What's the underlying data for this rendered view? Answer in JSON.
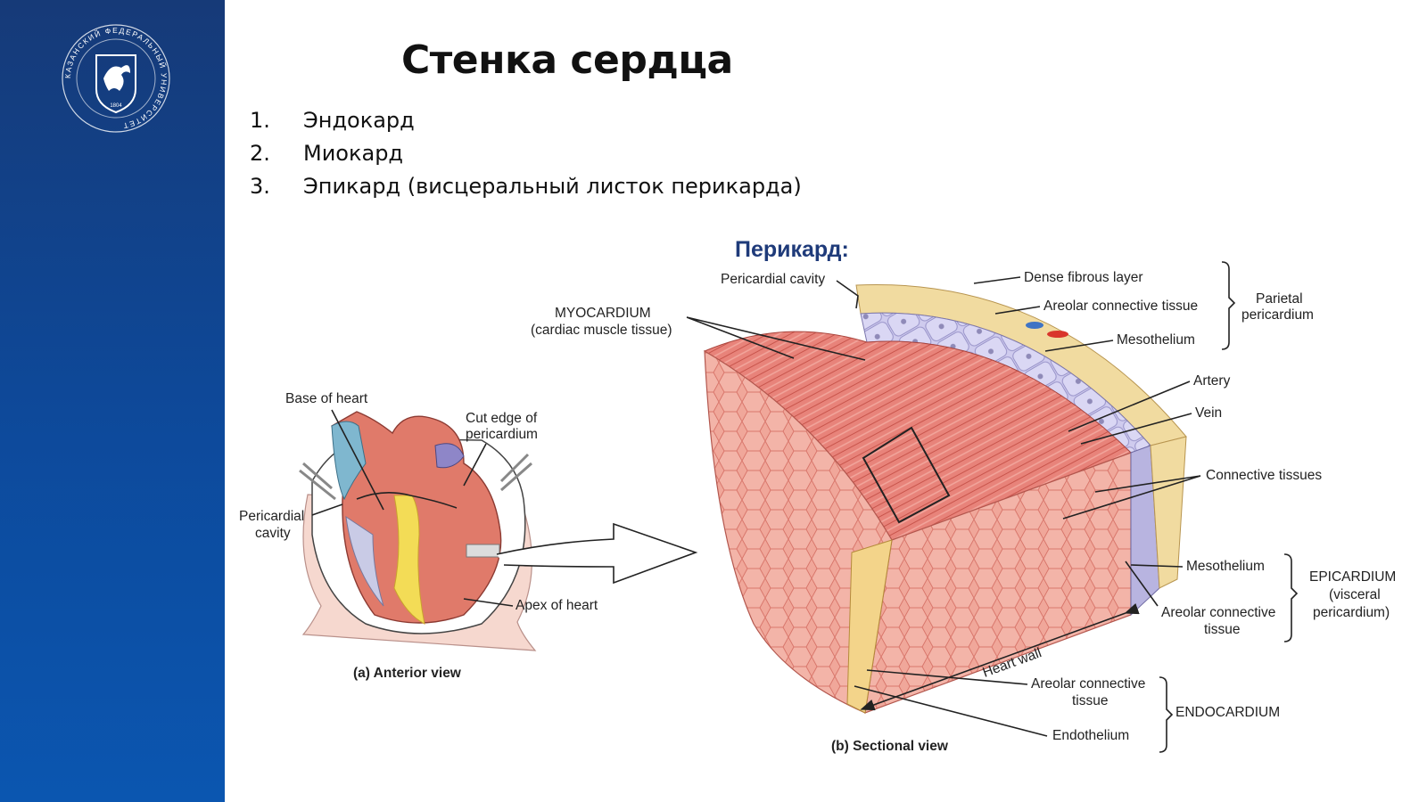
{
  "slide": {
    "title": "Стенка сердца",
    "list": [
      {
        "num": "1.",
        "text": "Эндокард"
      },
      {
        "num": "2.",
        "text": "Миокард"
      },
      {
        "num": "3.",
        "text": "Эпикард (висцеральный листок перикарда)"
      }
    ],
    "subheading": "Перикард:"
  },
  "logo": {
    "ring_text": "КАЗАНСКИЙ ФЕДЕРАЛЬНЫЙ УНИВЕРСИТЕТ",
    "year": "1804"
  },
  "figure": {
    "anterior": {
      "base_of_heart": "Base of heart",
      "cut_edge_1": "Cut edge of",
      "cut_edge_2": "pericardium",
      "pericardial_cavity_1": "Pericardial",
      "pericardial_cavity_2": "cavity",
      "apex_of_heart": "Apex of heart",
      "caption": "(a) Anterior view"
    },
    "sectional": {
      "pericardial_cavity": "Pericardial cavity",
      "myocardium_1": "MYOCARDIUM",
      "myocardium_2": "(cardiac muscle tissue)",
      "dense_fibrous_layer": "Dense fibrous layer",
      "areolar_connective_tissue": "Areolar connective tissue",
      "mesothelium_top": "Mesothelium",
      "parietal_1": "Parietal",
      "parietal_2": "pericardium",
      "artery": "Artery",
      "vein": "Vein",
      "connective_tissues": "Connective tissues",
      "mesothelium_epi": "Mesothelium",
      "areolar_epi_1": "Areolar connective",
      "areolar_epi_2": "tissue",
      "epicardium_1": "EPICARDIUM",
      "epicardium_2": "(visceral",
      "epicardium_3": "pericardium)",
      "heart_wall": "Heart wall",
      "areolar_endo_1": "Areolar connective",
      "areolar_endo_2": "tissue",
      "endocardium": "ENDOCARDIUM",
      "endothelium": "Endothelium",
      "caption": "(b) Sectional view"
    }
  },
  "colors": {
    "sidebar": "#0d4a9c",
    "subheading": "#1f3b7a",
    "muscle": "#e8837a",
    "mesothelium": "#c9c6ea",
    "fibrous": "#efd79a"
  }
}
